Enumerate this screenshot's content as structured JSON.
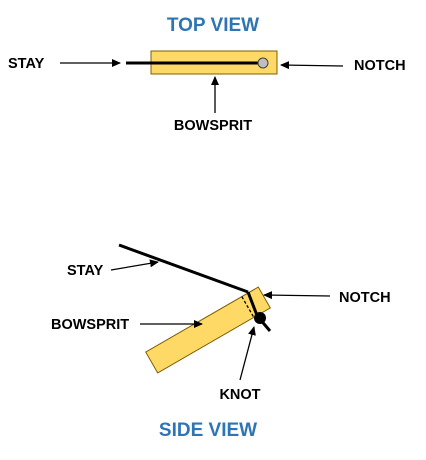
{
  "top_view": {
    "title": "TOP VIEW",
    "labels": {
      "stay": "STAY",
      "notch": "NOTCH",
      "bowsprit": "BOWSPRIT"
    }
  },
  "side_view": {
    "title": "SIDE VIEW",
    "labels": {
      "stay": "STAY",
      "notch": "NOTCH",
      "bowsprit": "BOWSPRIT",
      "knot": "KNOT"
    }
  },
  "colors": {
    "title": "#2e75b6",
    "bowsprit_fill": "#ffd966",
    "bowsprit_stroke": "#7f6000",
    "line": "#000000",
    "notch_fill": "#bfbfbf"
  }
}
